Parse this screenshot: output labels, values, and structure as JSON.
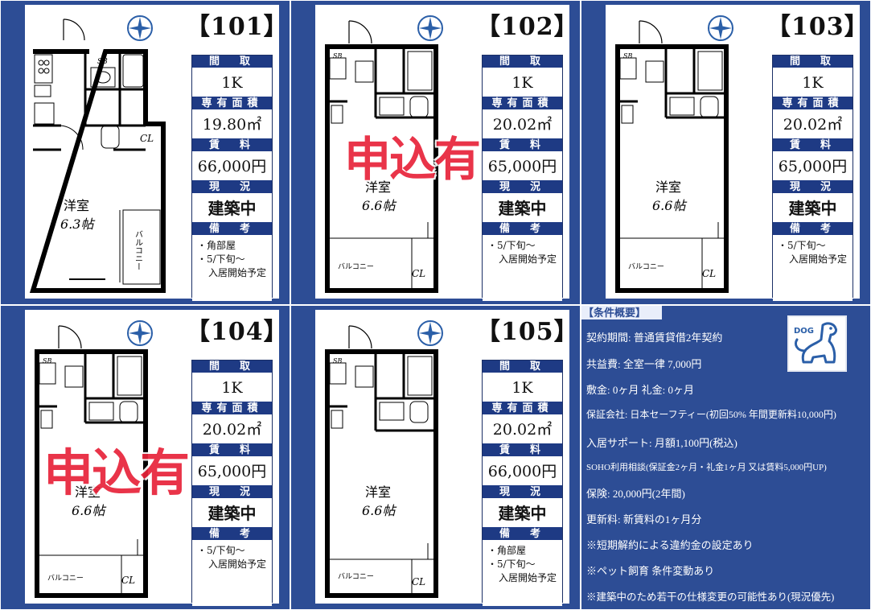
{
  "colors": {
    "background": "#2d4d95",
    "header": "#1e3a84",
    "stamp": "#e8233a"
  },
  "labels": {
    "layout": "間　取",
    "area": "専有面積",
    "rent": "賃　料",
    "status": "現　況",
    "notes": "備　考"
  },
  "plan_labels": {
    "room": "洋室",
    "sb": "SB",
    "cl": "CL",
    "balcony_vertical": "バルコニー",
    "balcony": "バルコニー"
  },
  "units": [
    {
      "room_no": "【101】",
      "layout": "1K",
      "area": "19.80㎡",
      "rent": "66,000円",
      "status": "建築中",
      "notes": [
        "・角部屋",
        "・5/下旬～",
        "入居開始予定"
      ],
      "room_size": "6.3帖",
      "stamp": ""
    },
    {
      "room_no": "【102】",
      "layout": "1K",
      "area": "20.02㎡",
      "rent": "65,000円",
      "status": "建築中",
      "notes": [
        "・5/下旬～",
        "入居開始予定"
      ],
      "room_size": "6.6帖",
      "stamp": "申込有"
    },
    {
      "room_no": "【103】",
      "layout": "1K",
      "area": "20.02㎡",
      "rent": "65,000円",
      "status": "建築中",
      "notes": [
        "・5/下旬～",
        "入居開始予定"
      ],
      "room_size": "6.6帖",
      "stamp": ""
    },
    {
      "room_no": "【104】",
      "layout": "1K",
      "area": "20.02㎡",
      "rent": "65,000円",
      "status": "建築中",
      "notes": [
        "・5/下旬～",
        "入居開始予定"
      ],
      "room_size": "6.6帖",
      "stamp": "申込有"
    },
    {
      "room_no": "【105】",
      "layout": "1K",
      "area": "20.02㎡",
      "rent": "66,000円",
      "status": "建築中",
      "notes": [
        "・角部屋",
        "・5/下旬～",
        "入居開始予定"
      ],
      "room_size": "6.6帖",
      "stamp": ""
    }
  ],
  "conditions": {
    "title": "【条件概要】",
    "dog_label": "DOG",
    "lines": [
      "契約期間:  普通賃貸借2年契約",
      "共益費:  全室一律  7,000円",
      "敷金:  0ヶ月  礼金:  0ヶ月",
      "保証会社:  日本セーフティー(初回50%  年間更新料10,000円)",
      "入居サポート:  月額1,100円(税込)",
      "SOHO利用相談(保証金2ヶ月・礼金1ヶ月 又は賃料5,000円UP)",
      "保険:  20,000円(2年間)",
      "更新料:  新賃料の1ヶ月分",
      "※短期解約による違約金の設定あり",
      "※ペット飼育  条件変動あり",
      "※建築中のため若干の仕様変更の可能性あり(現況優先)"
    ]
  }
}
